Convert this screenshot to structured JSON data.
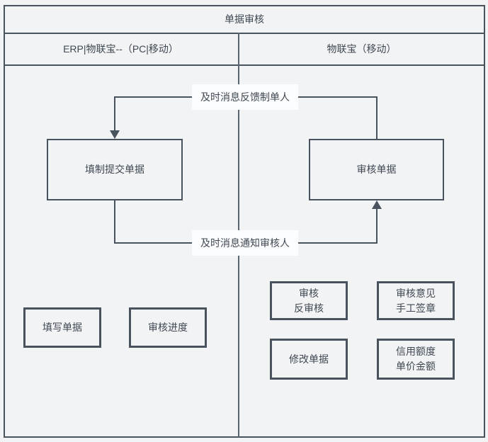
{
  "diagram": {
    "title": "单据审核",
    "lanes": [
      {
        "label": "ERP|物联宝--（PC|移动）"
      },
      {
        "label": "物联宝（移动）"
      }
    ],
    "flow": {
      "top_message": "及时消息反馈制单人",
      "bottom_message": "及时消息通知审核人",
      "left_main_box": "填制提交单据",
      "right_main_box": "审核单据"
    },
    "left_feature_boxes": [
      "填写单据",
      "审核进度"
    ],
    "right_feature_boxes": [
      "审核\n反审核",
      "审核意见\n手工签章",
      "修改单据",
      "信用额度\n单价金额"
    ],
    "colors": {
      "stroke": "#49535e",
      "background": "#f2f3f5",
      "label_background": "#fcfdfe",
      "text": "#3f4852"
    }
  }
}
